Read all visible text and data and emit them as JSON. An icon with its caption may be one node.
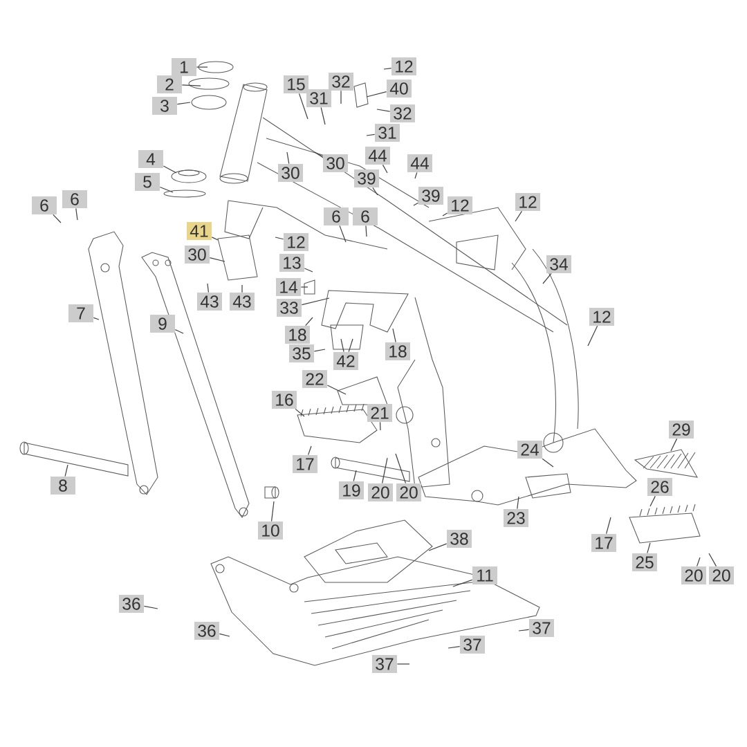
{
  "diagram": {
    "nodes": [
      {
        "text": [
          "1"
        ]
      },
      {
        "text": [
          "2"
        ]
      },
      {
        "text": [
          "3"
        ]
      },
      {
        "text": [
          "4"
        ]
      },
      {
        "text": [
          "5"
        ]
      },
      {
        "text": [
          "6"
        ]
      },
      {
        "text": [
          "6"
        ]
      },
      {
        "text": [
          "41"
        ]
      },
      {
        "text": [
          "30"
        ]
      },
      {
        "text": [
          "43"
        ]
      },
      {
        "text": [
          "43"
        ]
      },
      {
        "text": [
          "12"
        ]
      },
      {
        "text": [
          "13"
        ]
      },
      {
        "text": [
          "14"
        ]
      },
      {
        "text": [
          "33"
        ]
      },
      {
        "text": [
          "18"
        ]
      },
      {
        "text": [
          "35"
        ]
      },
      {
        "text": [
          "42"
        ]
      },
      {
        "text": [
          "18"
        ]
      },
      {
        "text": [
          "15"
        ]
      },
      {
        "text": [
          "32"
        ]
      },
      {
        "text": [
          "31"
        ]
      },
      {
        "text": [
          "12"
        ]
      },
      {
        "text": [
          "40"
        ]
      },
      {
        "text": [
          "32"
        ]
      },
      {
        "text": [
          "31"
        ]
      },
      {
        "text": [
          "30"
        ]
      },
      {
        "text": [
          "30"
        ]
      },
      {
        "text": [
          "44"
        ]
      },
      {
        "text": [
          "44"
        ]
      },
      {
        "text": [
          "39"
        ]
      },
      {
        "text": [
          "39"
        ]
      },
      {
        "text": [
          "12"
        ]
      },
      {
        "text": [
          "12"
        ]
      },
      {
        "text": [
          "6"
        ]
      },
      {
        "text": [
          "6"
        ]
      },
      {
        "text": [
          "34"
        ]
      },
      {
        "text": [
          "12"
        ]
      },
      {
        "text": [
          "7"
        ]
      },
      {
        "text": [
          "9"
        ]
      },
      {
        "text": [
          "22"
        ]
      },
      {
        "text": [
          "16"
        ]
      },
      {
        "text": [
          "21"
        ]
      },
      {
        "text": [
          "17"
        ]
      },
      {
        "text": [
          "19"
        ]
      },
      {
        "text": [
          "20"
        ]
      },
      {
        "text": [
          "20"
        ]
      },
      {
        "text": [
          "8"
        ]
      },
      {
        "text": [
          "10"
        ]
      },
      {
        "text": [
          "24"
        ]
      },
      {
        "text": [
          "29"
        ]
      },
      {
        "text": [
          "26"
        ]
      },
      {
        "text": [
          "23"
        ]
      },
      {
        "text": [
          "17"
        ]
      },
      {
        "text": [
          "25"
        ]
      },
      {
        "text": [
          "20"
        ]
      },
      {
        "text": [
          "20"
        ]
      },
      {
        "text": [
          "38"
        ]
      },
      {
        "text": [
          "11"
        ]
      },
      {
        "text": [
          "37"
        ]
      },
      {
        "text": [
          "37"
        ]
      },
      {
        "text": [
          "37"
        ]
      },
      {
        "text": [
          "36"
        ]
      },
      {
        "text": [
          "36"
        ]
      }
    ],
    "edges": [
      {
        "from": 0,
        "to": null,
        "arrow": "none"
      },
      {
        "from": 1,
        "to": null,
        "arrow": "none"
      },
      {
        "from": 2,
        "to": null,
        "arrow": "none"
      },
      {
        "from": 3,
        "to": null,
        "arrow": "none"
      },
      {
        "from": 4,
        "to": null,
        "arrow": "none"
      },
      {
        "from": 5,
        "to": null,
        "arrow": "none"
      },
      {
        "from": 6,
        "to": null,
        "arrow": "none"
      },
      {
        "from": 7,
        "to": null,
        "arrow": "none"
      },
      {
        "from": 8,
        "to": null,
        "arrow": "none"
      },
      {
        "from": 9,
        "to": null,
        "arrow": "none"
      },
      {
        "from": 10,
        "to": null,
        "arrow": "none"
      },
      {
        "from": 11,
        "to": null,
        "arrow": "none"
      },
      {
        "from": 12,
        "to": null,
        "arrow": "none"
      },
      {
        "from": 13,
        "to": null,
        "arrow": "none"
      },
      {
        "from": 14,
        "to": null,
        "arrow": "none"
      },
      {
        "from": 15,
        "to": null,
        "arrow": "none"
      },
      {
        "from": 16,
        "to": null,
        "arrow": "none"
      },
      {
        "from": 17,
        "to": null,
        "arrow": "none"
      },
      {
        "from": 17,
        "to": null,
        "arrow": "none"
      },
      {
        "from": 18,
        "to": null,
        "arrow": "none"
      },
      {
        "from": 19,
        "to": null,
        "arrow": "none"
      },
      {
        "from": 20,
        "to": null,
        "arrow": "none"
      },
      {
        "from": 21,
        "to": null,
        "arrow": "none"
      },
      {
        "from": 22,
        "to": null,
        "arrow": "none"
      },
      {
        "from": 23,
        "to": null,
        "arrow": "none"
      },
      {
        "from": 24,
        "to": null,
        "arrow": "none"
      },
      {
        "from": 25,
        "to": null,
        "arrow": "none"
      },
      {
        "from": 26,
        "to": null,
        "arrow": "none"
      },
      {
        "from": 27,
        "to": null,
        "arrow": "none"
      },
      {
        "from": 28,
        "to": null,
        "arrow": "none"
      },
      {
        "from": 29,
        "to": null,
        "arrow": "none"
      },
      {
        "from": 30,
        "to": null,
        "arrow": "none"
      },
      {
        "from": 31,
        "to": null,
        "arrow": "none"
      },
      {
        "from": 32,
        "to": null,
        "arrow": "none"
      },
      {
        "from": 33,
        "to": null,
        "arrow": "none"
      },
      {
        "from": 34,
        "to": null,
        "arrow": "none"
      },
      {
        "from": 35,
        "to": null,
        "arrow": "none"
      },
      {
        "from": 36,
        "to": null,
        "arrow": "none"
      },
      {
        "from": 37,
        "to": null,
        "arrow": "none"
      },
      {
        "from": 38,
        "to": null,
        "arrow": "none"
      },
      {
        "from": 39,
        "to": null,
        "arrow": "none"
      },
      {
        "from": 40,
        "to": null,
        "arrow": "none"
      },
      {
        "from": 41,
        "to": null,
        "arrow": "none"
      },
      {
        "from": 42,
        "to": null,
        "arrow": "none"
      },
      {
        "from": 43,
        "to": null,
        "arrow": "none"
      },
      {
        "from": 44,
        "to": null,
        "arrow": "none"
      },
      {
        "from": 45,
        "to": null,
        "arrow": "none"
      },
      {
        "from": 46,
        "to": null,
        "arrow": "none"
      },
      {
        "from": 47,
        "to": null,
        "arrow": "none"
      },
      {
        "from": 48,
        "to": null,
        "arrow": "none"
      },
      {
        "from": 49,
        "to": null,
        "arrow": "none"
      },
      {
        "from": 50,
        "to": null,
        "arrow": "none"
      },
      {
        "from": 51,
        "to": null,
        "arrow": "none"
      },
      {
        "from": 52,
        "to": null,
        "arrow": "none"
      },
      {
        "from": 53,
        "to": null,
        "arrow": "none"
      },
      {
        "from": 54,
        "to": null,
        "arrow": "none"
      },
      {
        "from": 55,
        "to": null,
        "arrow": "none"
      },
      {
        "from": 56,
        "to": null,
        "arrow": "none"
      },
      {
        "from": 57,
        "to": null,
        "arrow": "none"
      },
      {
        "from": 58,
        "to": null,
        "arrow": "none"
      },
      {
        "from": 59,
        "to": null,
        "arrow": "none"
      },
      {
        "from": 60,
        "to": null,
        "arrow": "none"
      },
      {
        "from": 61,
        "to": null,
        "arrow": "none"
      },
      {
        "from": 62,
        "to": null,
        "arrow": "none"
      },
      {
        "from": 63,
        "to": null,
        "arrow": "none"
      }
    ]
  }
}
